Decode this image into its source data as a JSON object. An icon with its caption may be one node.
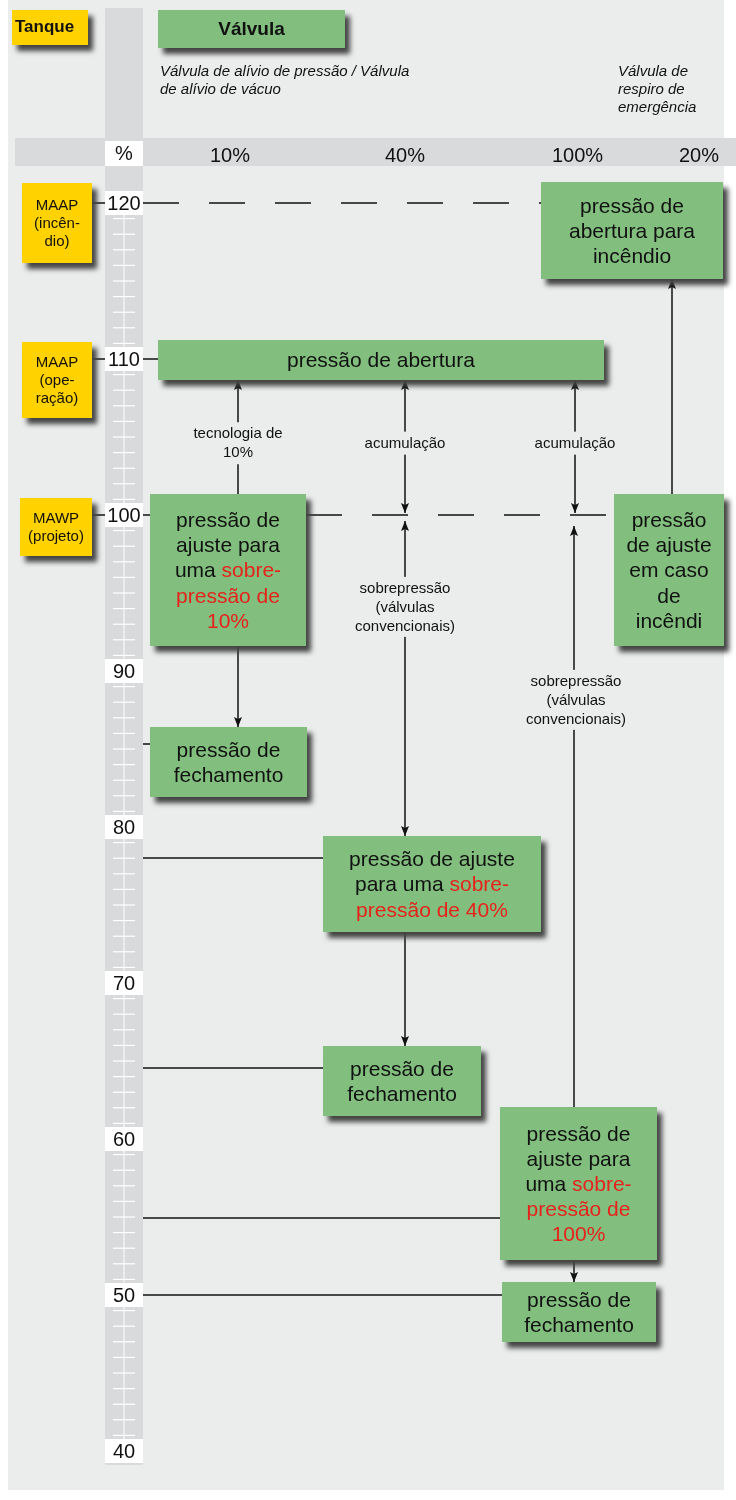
{
  "diagram": {
    "nodes": [
      {
        "text": [
          "Tanque"
        ]
      },
      {
        "text": [
          "Válvula"
        ]
      },
      {
        "text": [
          "MAAP (incên-dio)"
        ]
      },
      {
        "text": [
          "pressão de abertura para incêndio"
        ]
      },
      {
        "text": [
          "MAAP (ope-ração)"
        ]
      },
      {
        "text": [
          "pressão de abertura"
        ]
      },
      {
        "text": [
          "MAWP (projeto)"
        ]
      },
      {
        "text": [
          "pressão de ajuste para uma",
          "sobre-pressão de 10%"
        ]
      },
      {
        "text": [
          "pressão de ajuste em caso de incêndi"
        ]
      },
      {
        "text": [
          "pressão de fechamento"
        ]
      },
      {
        "text": [
          "pressão de ajuste para uma",
          "sobre-pressão de 40%"
        ]
      },
      {
        "text": [
          "pressão de fechamento"
        ]
      },
      {
        "text": [
          "pressão de ajuste para uma",
          "sobre-pressão de 100%"
        ]
      },
      {
        "text": [
          "pressão de fechamento"
        ]
      },
      {
        "text": [
          "120",
          "110",
          "100",
          "90",
          "80",
          "70",
          "60",
          "50",
          "40"
        ]
      }
    ],
    "edges": [
      {
        "from": 14,
        "to": 3,
        "arrow": "none",
        "style": "dashed"
      },
      {
        "from": 14,
        "to": 5,
        "arrow": "none"
      },
      {
        "from": 14,
        "to": 7,
        "arrow": "none"
      },
      {
        "from": 7,
        "to": 8,
        "arrow": "none",
        "style": "dashed"
      },
      {
        "from": 7,
        "to": 5,
        "arrow": "to",
        "label": "tecnologia de 10%"
      },
      {
        "from": 7,
        "to": 9,
        "arrow": "to"
      },
      {
        "from": 14,
        "to": 9,
        "arrow": "none"
      },
      {
        "from": null,
        "to": 5,
        "arrow": "both",
        "label": "acumulação"
      },
      {
        "from": null,
        "to": 10,
        "arrow": "both",
        "label": "sobrepressão (válvulas convencionais)"
      },
      {
        "from": 10,
        "to": 11,
        "arrow": "to"
      },
      {
        "from": 14,
        "to": 10,
        "arrow": "none"
      },
      {
        "from": 14,
        "to": 11,
        "arrow": "none"
      },
      {
        "from": null,
        "to": 5,
        "arrow": "both",
        "label": "acumulação"
      },
      {
        "from": 12,
        "to": null,
        "arrow": "to",
        "label": "sobrepressão (válvulas convencionais)"
      },
      {
        "from": 12,
        "to": 13,
        "arrow": "to"
      },
      {
        "from": 14,
        "to": 12,
        "arrow": "none"
      },
      {
        "from": 14,
        "to": 13,
        "arrow": "none"
      },
      {
        "from": 8,
        "to": 3,
        "arrow": "to"
      },
      {
        "from": 2,
        "to": 14,
        "arrow": "none"
      },
      {
        "from": 4,
        "to": 14,
        "arrow": "none"
      },
      {
        "from": 6,
        "to": 14,
        "arrow": "none"
      }
    ],
    "labels": [
      "Válvula de alívio de pressão / Válvula de alívio de vácuo",
      "Válvula de respiro de emergência",
      "%",
      "10%",
      "40%",
      "100%",
      "20%"
    ]
  }
}
